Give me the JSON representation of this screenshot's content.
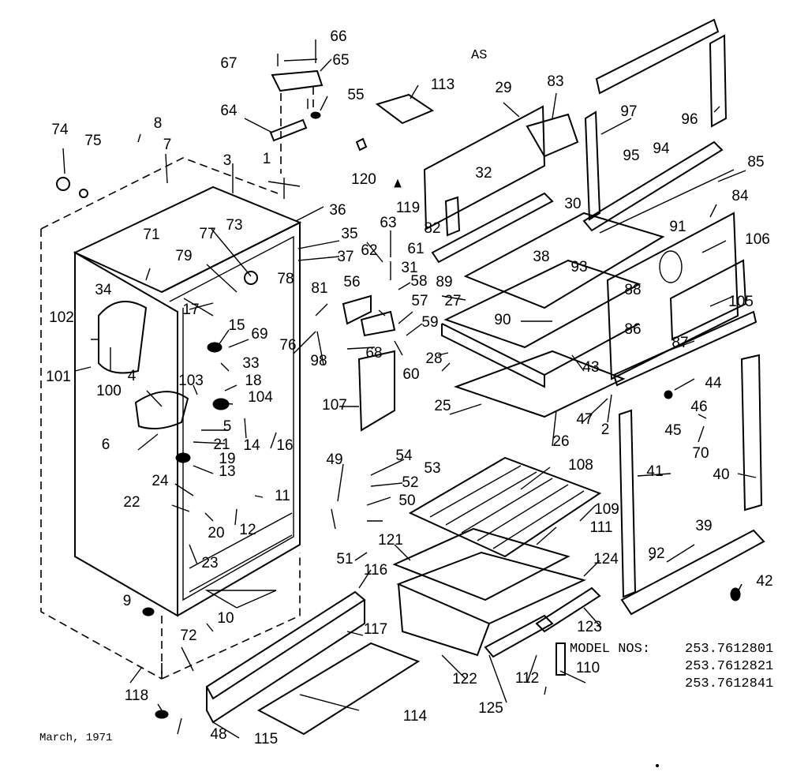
{
  "header_code": "AS",
  "date": "March, 1971",
  "model_heading": "MODEL NOS:",
  "model_numbers": [
    "253.7612801",
    "253.7612821",
    "253.7612841"
  ],
  "labels": {
    "l66": "66",
    "l67": "67",
    "l65": "65",
    "l55": "55",
    "l64": "64",
    "l113": "113",
    "l29": "29",
    "l83": "83",
    "l97": "97",
    "l96": "96",
    "l95": "95",
    "l94": "94",
    "l85": "85",
    "l84": "84",
    "l74": "74",
    "l75": "75",
    "l8": "8",
    "l7": "7",
    "l3": "3",
    "l1": "1",
    "l36": "36",
    "l120": "120",
    "l32": "32",
    "l119": "119",
    "l82": "82",
    "l30": "30",
    "l91": "91",
    "l106": "106",
    "l71": "71",
    "l35": "35",
    "l37": "37",
    "l63": "63",
    "l62": "62",
    "l61": "61",
    "l31": "31",
    "l38": "38",
    "l93": "93",
    "l77": "77",
    "l73": "73",
    "l79": "79",
    "l34": "34",
    "l78": "78",
    "l58": "58",
    "l89": "89",
    "l88": "88",
    "l102": "102",
    "l56": "56",
    "l81": "81",
    "l57": "57",
    "l27": "27",
    "l105": "105",
    "l17": "17",
    "l15": "15",
    "l69": "69",
    "l76": "76",
    "l59": "59",
    "l90": "90",
    "l86": "86",
    "l98": "98",
    "l68": "68",
    "l87": "87",
    "l101": "101",
    "l100": "100",
    "l33": "33",
    "l18": "18",
    "l28": "28",
    "l43": "43",
    "l44": "44",
    "l4": "4",
    "l103": "103",
    "l104": "104",
    "l60": "60",
    "l107": "107",
    "l25": "25",
    "l47": "47",
    "l46": "46",
    "l6": "6",
    "l5": "5",
    "l14": "14",
    "l16": "16",
    "l21": "21",
    "l26": "26",
    "l2": "2",
    "l45": "45",
    "l70": "70",
    "l19": "19",
    "l13": "13",
    "l54": "54",
    "l49": "49",
    "l53": "53",
    "l108": "108",
    "l40": "40",
    "l41": "41",
    "l24": "24",
    "l52": "52",
    "l11": "11",
    "l22": "22",
    "l50": "50",
    "l109": "109",
    "l12": "12",
    "l20": "20",
    "l111": "111",
    "l39": "39",
    "l121": "121",
    "l92": "92",
    "l51": "51",
    "l23": "23",
    "l116": "116",
    "l124": "124",
    "l42": "42",
    "l9": "9",
    "l10": "10",
    "l117": "117",
    "l72": "72",
    "l123": "123",
    "l122": "122",
    "l112": "112",
    "l110": "110",
    "l118": "118",
    "l125": "125",
    "l114": "114",
    "l48": "48",
    "l115": "115"
  }
}
